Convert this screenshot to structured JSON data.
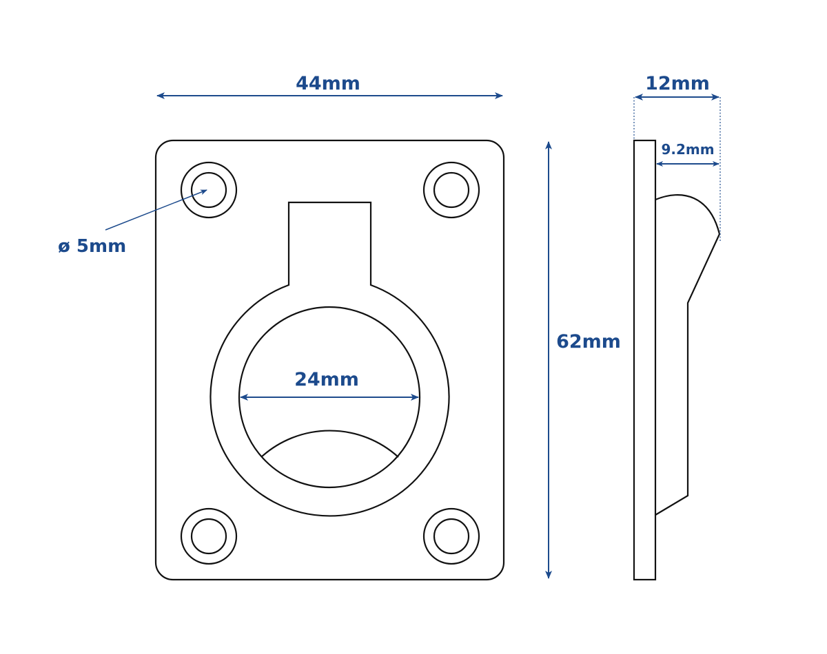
{
  "colors": {
    "outline": "#111111",
    "dimension": "#1c4a8c",
    "background": "#ffffff"
  },
  "front_view": {
    "width_label": "44mm",
    "height_label": "62mm",
    "ring_inner_label": "24mm",
    "hole_label": "ø 5mm"
  },
  "side_view": {
    "depth_label": "12mm",
    "handle_depth_label": "9.2mm"
  }
}
